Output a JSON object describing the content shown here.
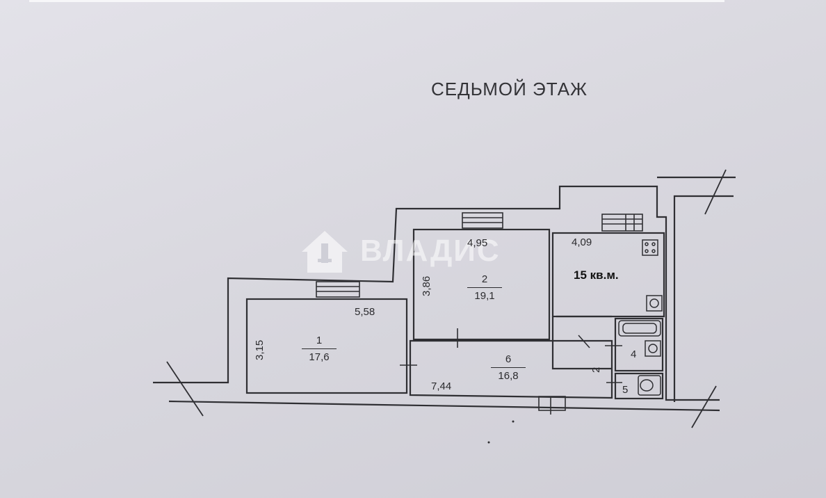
{
  "title": "СЕДЬМОЙ ЭТАЖ",
  "watermark": "ВЛАДИС",
  "area_note": "15 кв.м.",
  "rooms": [
    {
      "number": "1",
      "area": "17,6",
      "width": "5,58",
      "depth": "3,15"
    },
    {
      "number": "2",
      "area": "19,1",
      "width": "4,95",
      "depth": "3,86"
    },
    {
      "number": "6",
      "area": "16,8",
      "width": "7,44",
      "depth": "2"
    },
    {
      "number": "4",
      "width": "4,09"
    },
    {
      "number": "5"
    }
  ],
  "colors": {
    "ink": "#2b2b2e",
    "paper": "#dddce3",
    "watermark": "#ffffff"
  }
}
